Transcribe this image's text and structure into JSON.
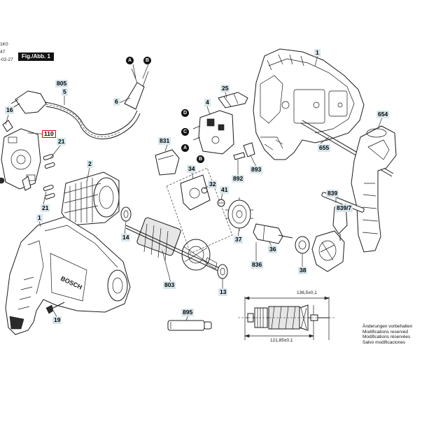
{
  "header": {
    "doc_code_fragment": "1K0",
    "mark_fragment": "47",
    "date_fragment": "-02-27",
    "figure_label": "Fig./Abb. 1"
  },
  "callouts": [
    {
      "id": "1",
      "highlight": false
    },
    {
      "id": "654",
      "highlight": false
    },
    {
      "id": "655",
      "highlight": false
    },
    {
      "id": "805",
      "highlight": false
    },
    {
      "id": "5",
      "highlight": false
    },
    {
      "id": "6",
      "highlight": false
    },
    {
      "id": "16",
      "highlight": false
    },
    {
      "id": "110",
      "highlight": true
    },
    {
      "id": "21",
      "highlight": false
    },
    {
      "id": "21",
      "highlight": false
    },
    {
      "id": "2",
      "highlight": false
    },
    {
      "id": "4",
      "highlight": false
    },
    {
      "id": "25",
      "highlight": false
    },
    {
      "id": "831",
      "highlight": false
    },
    {
      "id": "34",
      "highlight": false
    },
    {
      "id": "32",
      "highlight": false
    },
    {
      "id": "41",
      "highlight": false
    },
    {
      "id": "892",
      "highlight": false
    },
    {
      "id": "893",
      "highlight": false
    },
    {
      "id": "839",
      "highlight": false
    },
    {
      "id": "839/7",
      "highlight": false
    },
    {
      "id": "1",
      "highlight": false
    },
    {
      "id": "14",
      "highlight": false
    },
    {
      "id": "37",
      "highlight": false
    },
    {
      "id": "36",
      "highlight": false
    },
    {
      "id": "38",
      "highlight": false
    },
    {
      "id": "836",
      "highlight": false
    },
    {
      "id": "803",
      "highlight": false
    },
    {
      "id": "13",
      "highlight": false
    },
    {
      "id": "19",
      "highlight": false
    },
    {
      "id": "895",
      "highlight": false
    }
  ],
  "letter_markers": [
    {
      "letter": "A"
    },
    {
      "letter": "B"
    },
    {
      "letter": "D"
    },
    {
      "letter": "C"
    },
    {
      "letter": "A"
    },
    {
      "letter": "B"
    }
  ],
  "dimensions": {
    "overall_length": "136,5±0,1",
    "core_length": "121,85±0,1"
  },
  "notes": [
    "Änderungen vorbehalten",
    "Modifications reserved",
    "Modifications réservées",
    "Salvo modificaciones"
  ]
}
